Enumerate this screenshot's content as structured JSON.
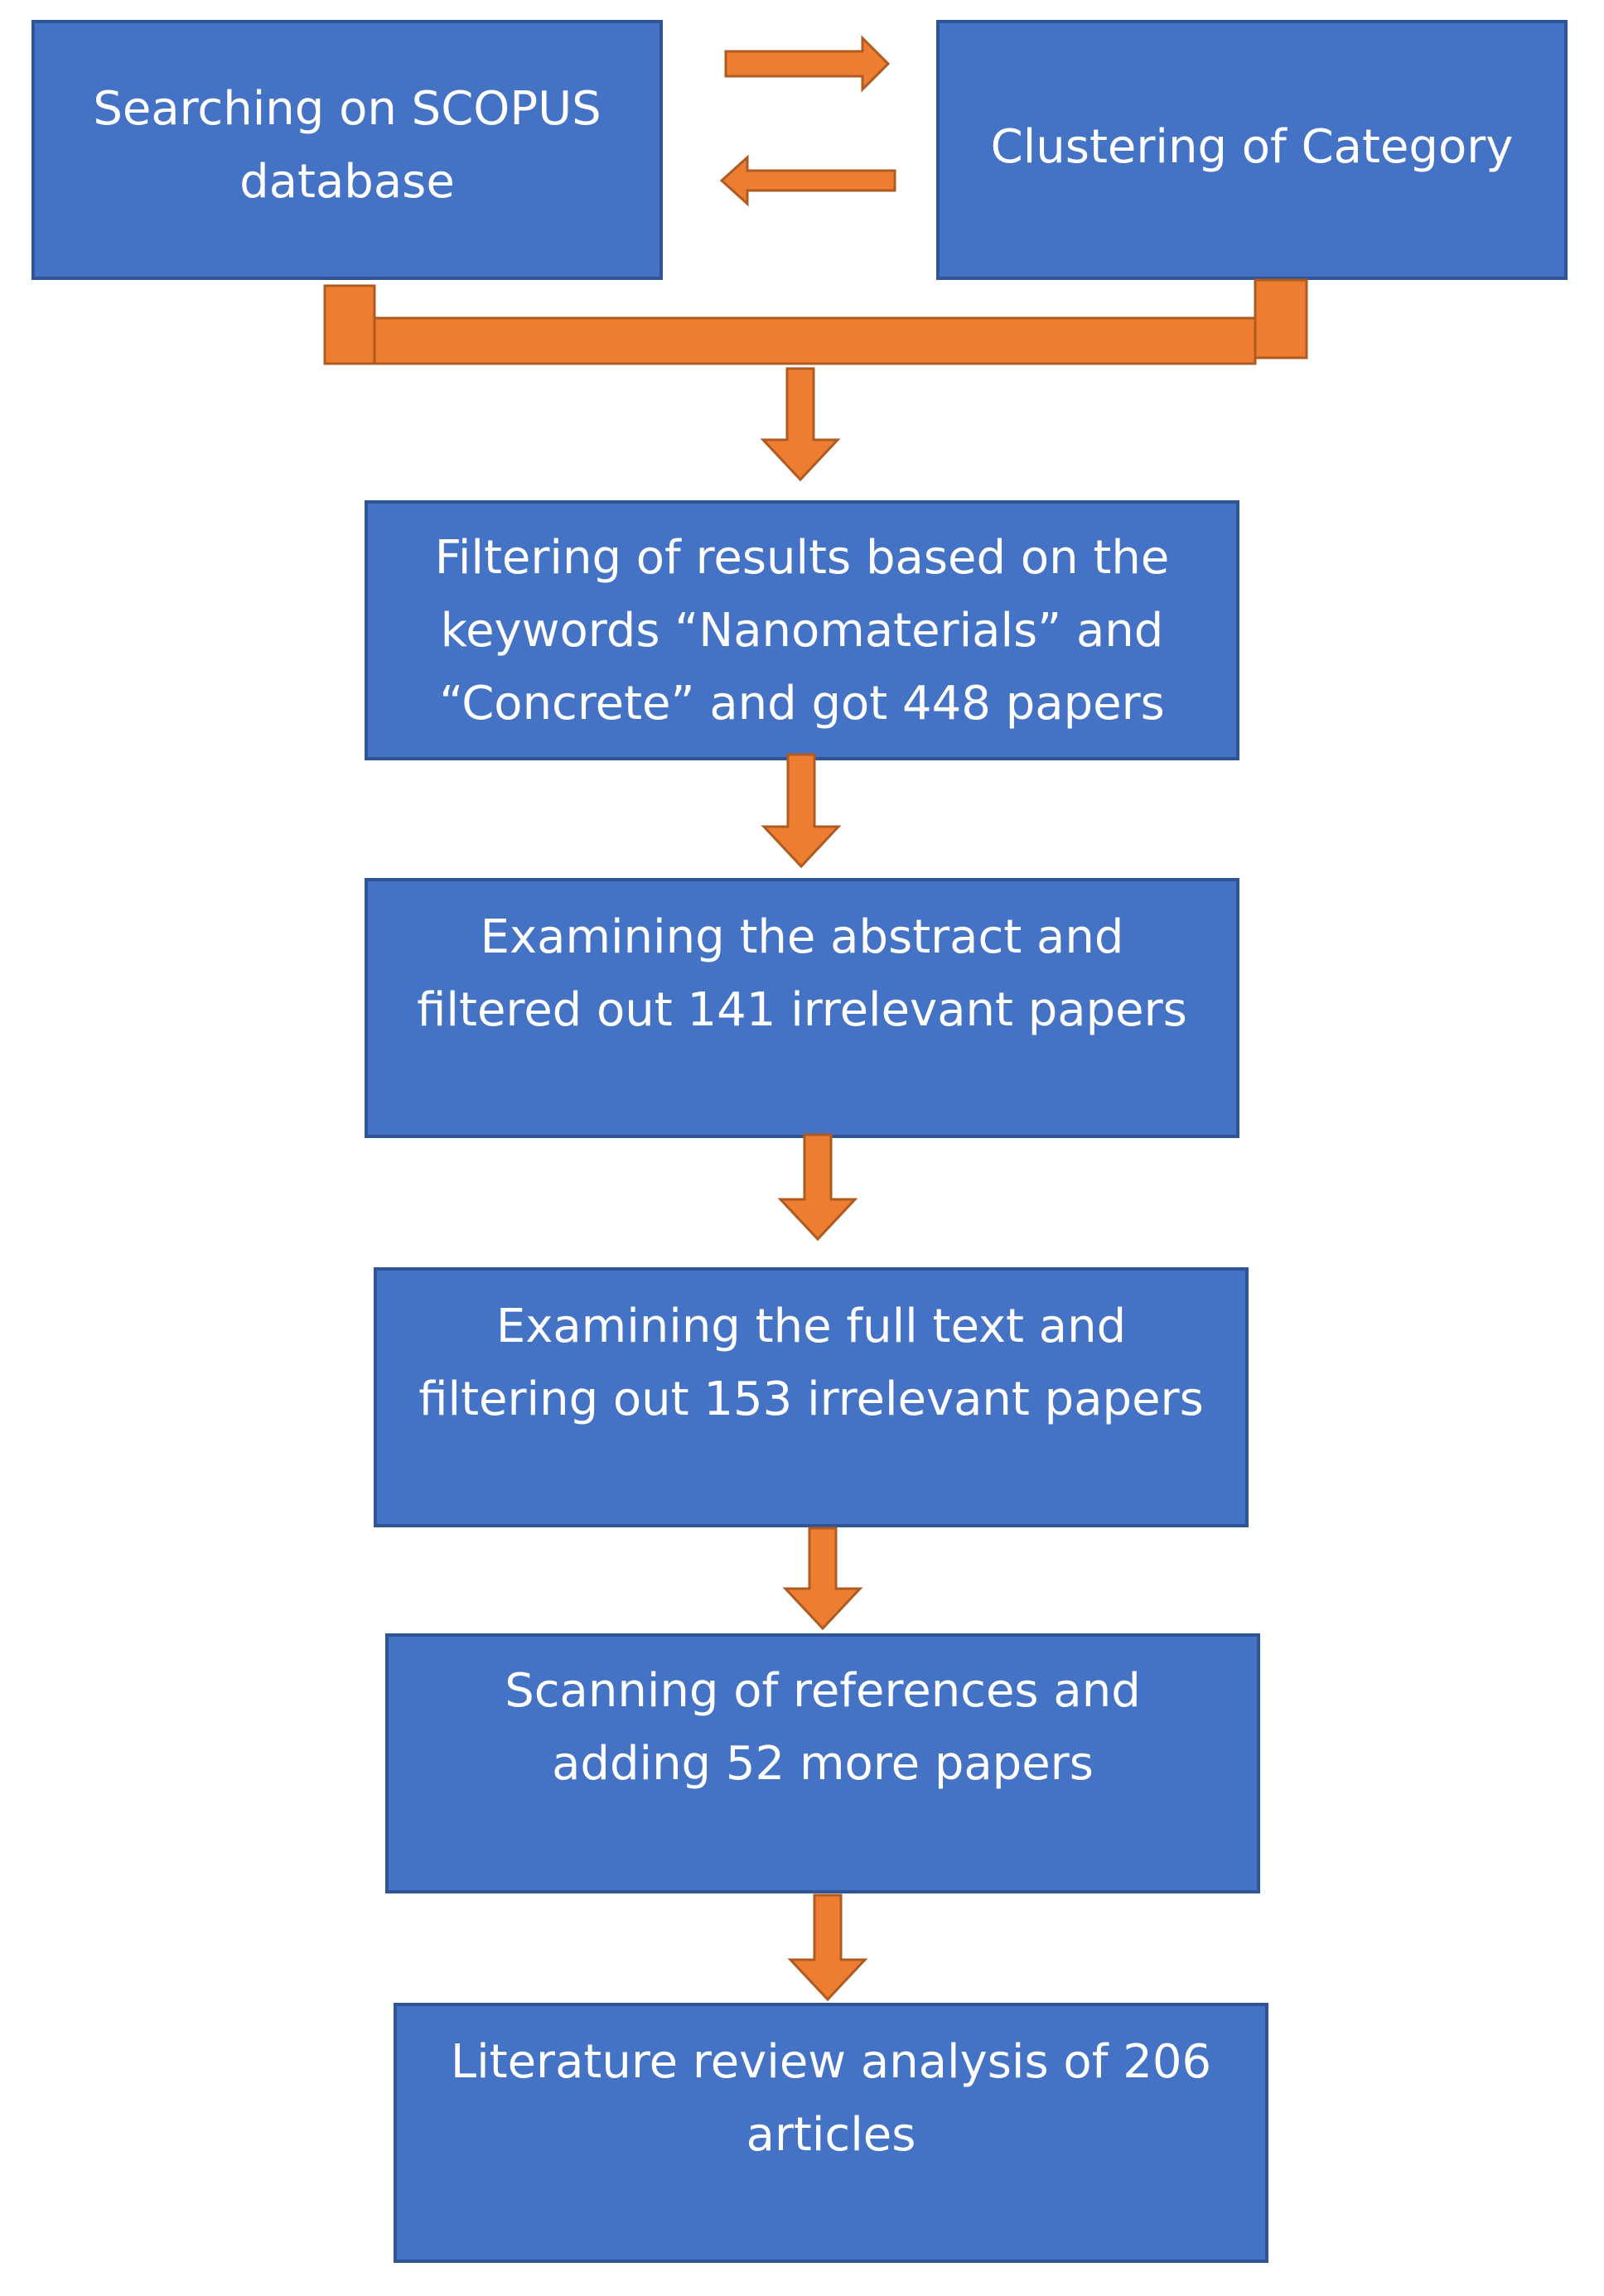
{
  "diagram": {
    "colors": {
      "box_fill": "#4472c4",
      "box_border": "#2f5597",
      "box_text": "#ffffff",
      "arrow_fill": "#ed7d31",
      "arrow_border": "#ae5a21"
    },
    "boxes": {
      "search": "Searching on SCOPUS database",
      "cluster": "Clustering of Category",
      "filter": "Filtering of results based on the keywords “Nanomaterials” and “Concrete” and got 448 papers",
      "abstract": "Examining the abstract and filtered out 141 irrelevant papers",
      "fulltext": "Examining the full text and filtering out 153 irrelevant papers",
      "references": "Scanning of references and adding 52 more papers",
      "review": "Literature review analysis of 206 articles"
    }
  }
}
